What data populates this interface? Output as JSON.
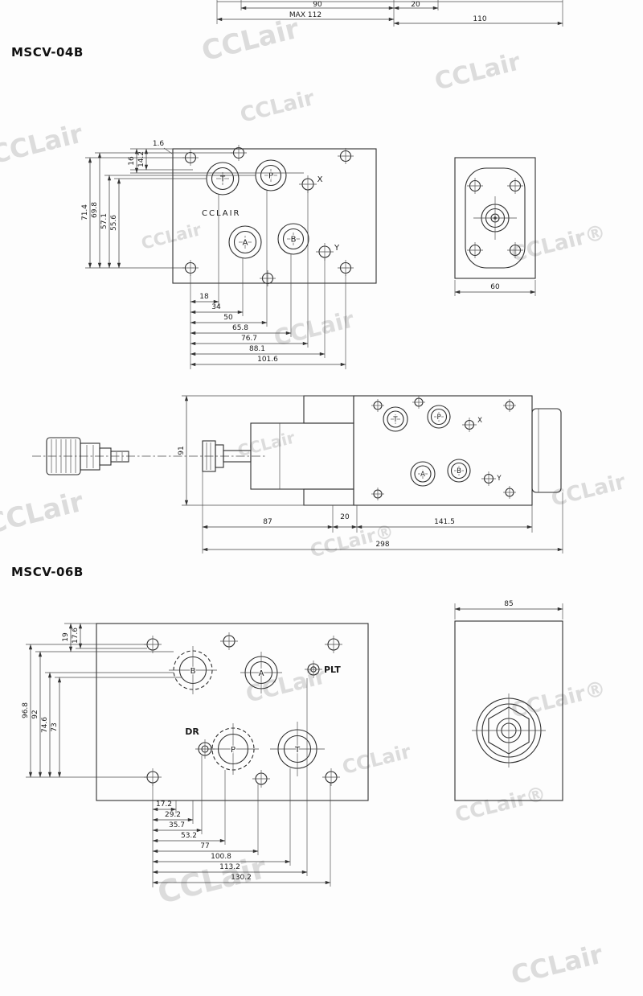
{
  "watermark": {
    "text": "CCLair",
    "registered": "CCLair®"
  },
  "top_partial": {
    "dim_body": "90",
    "dim_knob": "20",
    "dim_max_length": "MAX 112",
    "dim_overall": "110"
  },
  "mscv04b": {
    "title": "MSCV-04B",
    "top_view": {
      "brand": "CCLAIR",
      "port_t": "T",
      "port_p": "P",
      "port_x": "X",
      "port_a": "A",
      "port_b": "B",
      "port_y": "Y",
      "dim_edge": "1.6",
      "dims_top": [
        "16",
        "14.2"
      ],
      "dims_left": [
        "71.4",
        "69.8",
        "57.1",
        "55.6"
      ],
      "dims_bottom": [
        "18",
        "34",
        "50",
        "65.8",
        "76.7",
        "88.1",
        "101.6"
      ]
    },
    "side_view": {
      "dim_width": "60"
    },
    "assembly": {
      "port_t": "T",
      "port_p": "P",
      "port_x": "X",
      "port_a": "A",
      "port_b": "B",
      "port_y": "Y",
      "dim_height": "91",
      "dims_bottom": [
        "87",
        "20",
        "141.5",
        "298"
      ]
    }
  },
  "mscv06b": {
    "title": "MSCV-06B",
    "top_view": {
      "port_b": "B",
      "port_a": "A",
      "port_plt": "PLT",
      "port_dr": "DR",
      "port_p": "P",
      "port_t": "T",
      "dims_top": [
        "19",
        "17.6"
      ],
      "dims_left": [
        "96.8",
        "92",
        "74.6",
        "73"
      ],
      "dims_bottom": [
        "17.2",
        "29.2",
        "35.7",
        "53.2",
        "77",
        "100.8",
        "113.2",
        "130.2"
      ]
    },
    "side_view": {
      "dim_width": "85"
    }
  }
}
